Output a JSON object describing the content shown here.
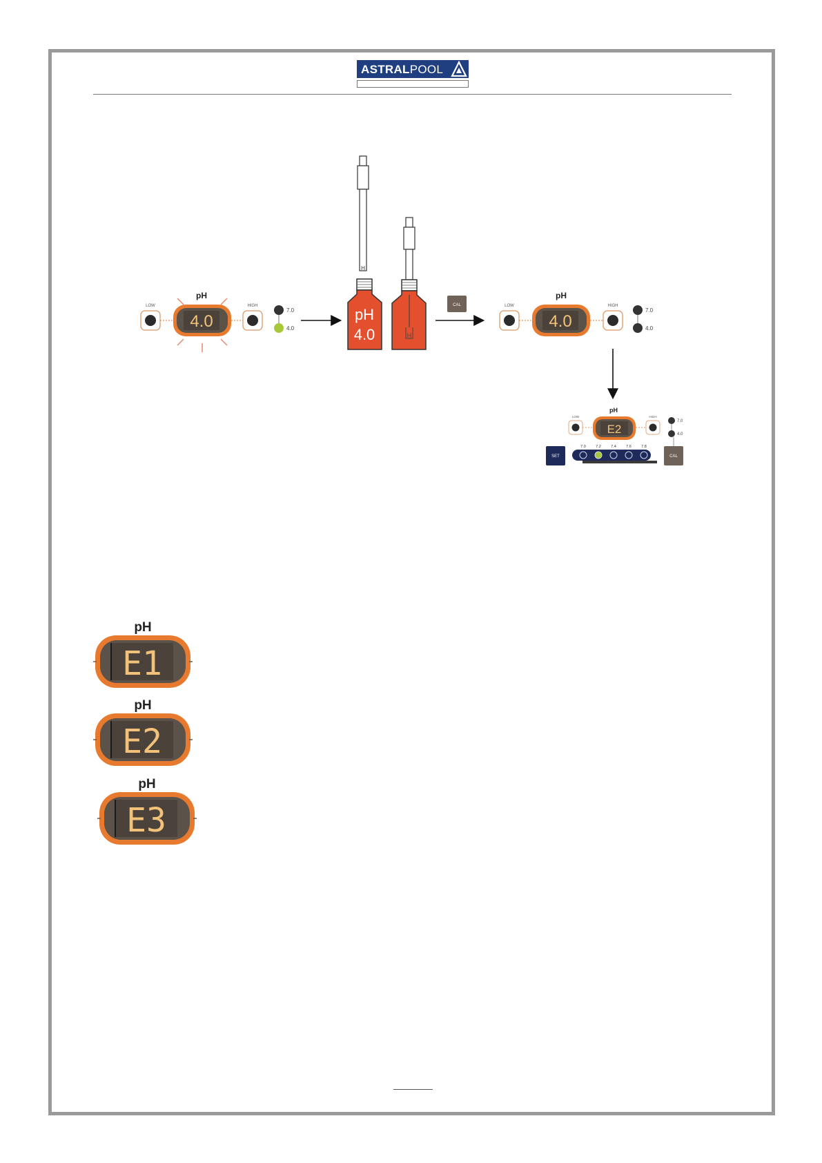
{
  "header": {
    "logo_text_bold": "ASTRAL",
    "logo_text_light": "POOL"
  },
  "calibration_diagram": {
    "panel_left": {
      "title": "pH",
      "display": "4.0",
      "low_label": "LOW",
      "high_label": "HIGH",
      "led_top": "7.0",
      "led_bottom": "4.0",
      "led_active": "4.0",
      "blinking": true
    },
    "buffer_bottle": {
      "label_line1": "pH",
      "label_line2": "4.0"
    },
    "probe_bottle": {
      "probe_mark": "H"
    },
    "cal_button": "CAL",
    "panel_right": {
      "title": "pH",
      "display": "4.0",
      "low_label": "LOW",
      "high_label": "HIGH",
      "led_top": "7.0",
      "led_bottom": "4.0"
    },
    "panel_result": {
      "title": "pH",
      "display": "E2",
      "low_label": "LOW",
      "high_label": "HIGH",
      "led_top": "7.0",
      "led_bottom": "4.0",
      "set_button": "SET",
      "cal_button": "CAL",
      "scale": [
        "7.0",
        "7.2",
        "7.4",
        "7.6",
        "7.8"
      ],
      "scale_active": "7.2"
    }
  },
  "error_codes": [
    {
      "title": "pH",
      "display": "E1"
    },
    {
      "title": "pH",
      "display": "E2"
    },
    {
      "title": "pH",
      "display": "E3"
    }
  ],
  "colors": {
    "brand_blue": "#1f3f80",
    "display_orange": "#e77a2e",
    "display_body": "#5b5249",
    "segment": "#f2c27a",
    "bottle_red": "#e4502e",
    "led_green": "#a8c83a",
    "led_off": "#333333",
    "cal_button": "#6f6258",
    "set_button": "#1d2a5a"
  }
}
